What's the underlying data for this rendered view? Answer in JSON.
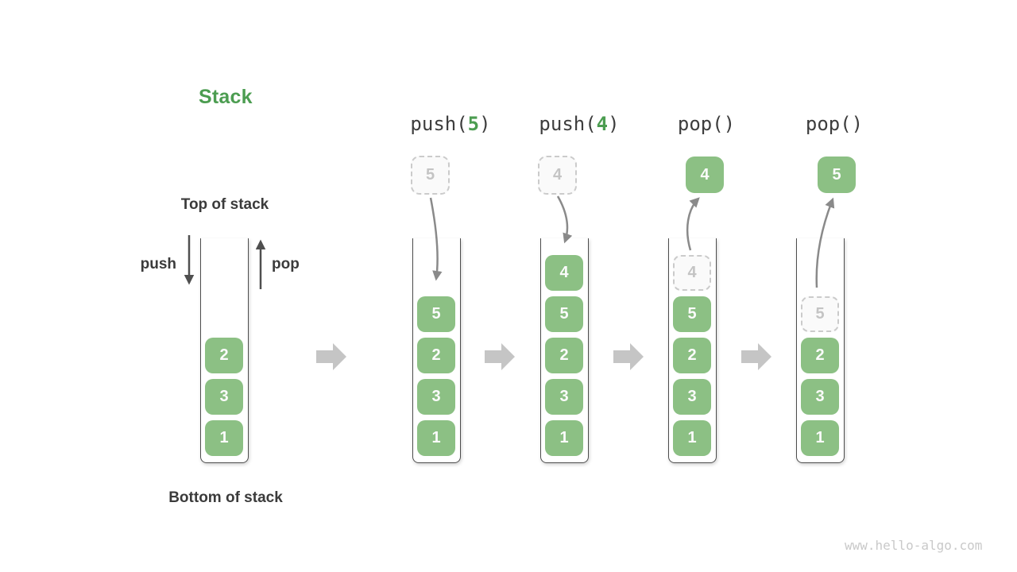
{
  "title": "Stack",
  "labels": {
    "top_of_stack": "Top of stack",
    "bottom_of_stack": "Bottom of stack",
    "push_arrow": "push",
    "pop_arrow": "pop"
  },
  "watermark": "www.hello-algo.com",
  "colors": {
    "element_green": "#8cc084",
    "green_text": "#4c9d51",
    "dark_text": "#3b3b3b",
    "motion_arrow_gray": "#8a8a8a",
    "block_arrow_gray": "#c5c5c5",
    "dashed_gray": "#cbcbcb",
    "wall_gray": "#4d4d4d"
  },
  "initial_stack": {
    "items": [
      {
        "value": "2",
        "style": "solid"
      },
      {
        "value": "3",
        "style": "solid"
      },
      {
        "value": "1",
        "style": "solid"
      }
    ]
  },
  "operations": [
    {
      "call": "push(",
      "arg": "5",
      "close": ")",
      "floating_box": {
        "value": "5",
        "style": "dashed"
      },
      "stack_items": [
        {
          "value": "5",
          "style": "solid"
        },
        {
          "value": "2",
          "style": "solid"
        },
        {
          "value": "3",
          "style": "solid"
        },
        {
          "value": "1",
          "style": "solid"
        }
      ]
    },
    {
      "call": "push(",
      "arg": "4",
      "close": ")",
      "floating_box": {
        "value": "4",
        "style": "dashed"
      },
      "stack_items": [
        {
          "value": "4",
          "style": "solid"
        },
        {
          "value": "5",
          "style": "solid"
        },
        {
          "value": "2",
          "style": "solid"
        },
        {
          "value": "3",
          "style": "solid"
        },
        {
          "value": "1",
          "style": "solid"
        }
      ]
    },
    {
      "call": "pop(",
      "arg": "",
      "close": ")",
      "floating_box": {
        "value": "4",
        "style": "solid"
      },
      "stack_items": [
        {
          "value": "4",
          "style": "dashed"
        },
        {
          "value": "5",
          "style": "solid"
        },
        {
          "value": "2",
          "style": "solid"
        },
        {
          "value": "3",
          "style": "solid"
        },
        {
          "value": "1",
          "style": "solid"
        }
      ]
    },
    {
      "call": "pop(",
      "arg": "",
      "close": ")",
      "floating_box": {
        "value": "5",
        "style": "solid"
      },
      "stack_items": [
        {
          "value": "5",
          "style": "dashed"
        },
        {
          "value": "2",
          "style": "solid"
        },
        {
          "value": "3",
          "style": "solid"
        },
        {
          "value": "1",
          "style": "solid"
        }
      ]
    }
  ]
}
